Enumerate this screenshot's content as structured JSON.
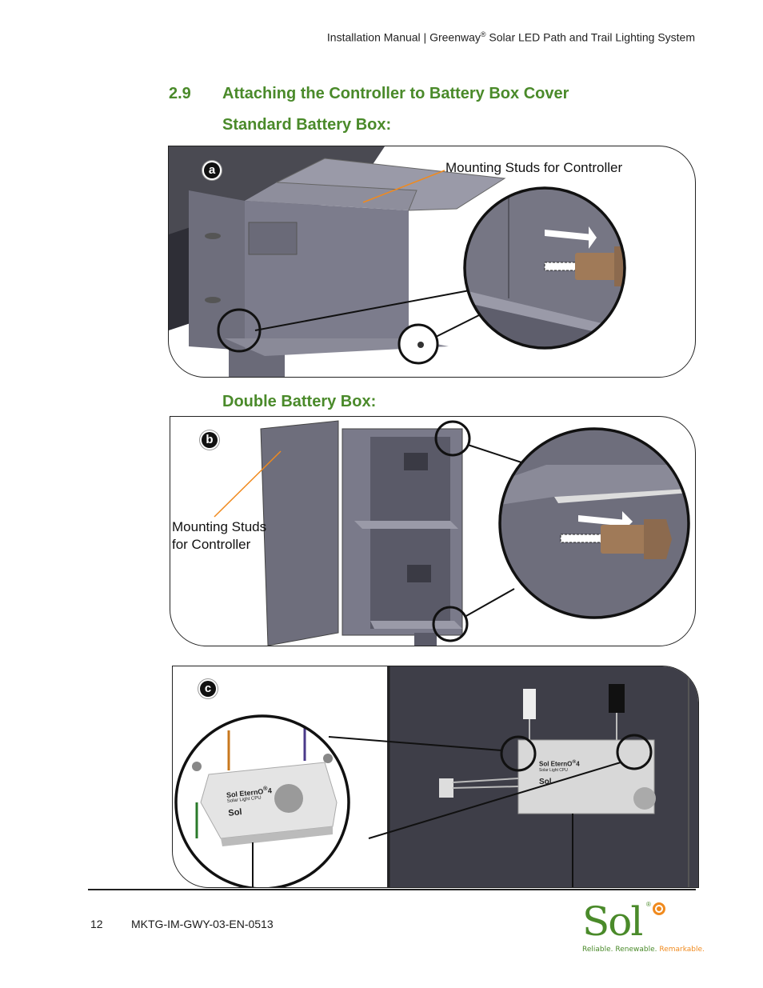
{
  "header": {
    "text_pre": "Installation Manual  |  Greenway",
    "reg": "®",
    "text_post": " Solar LED Path and Trail Lighting System"
  },
  "section": {
    "number": "2.9",
    "title": "Attaching the Controller to Battery Box Cover",
    "standard_heading": "Standard Battery Box:",
    "double_heading": "Double Battery Box:"
  },
  "figures": {
    "a": {
      "badge": "a",
      "callout": "Mounting Studs for Controller"
    },
    "b": {
      "badge": "b",
      "callout_line1": "Mounting Studs",
      "callout_line2": "for Controller"
    },
    "c": {
      "badge": "c",
      "product_brand": "Sol EternO",
      "product_sup": "®",
      "product_model": "4",
      "product_sub": "Solar Light CPU",
      "product_logo": "Sol"
    }
  },
  "footer": {
    "page_number": "12",
    "doc_code": "MKTG-IM-GWY-03-EN-0513",
    "logo_word": "Sol",
    "logo_reg": "®",
    "tagline_part1": "Reliable. Renewable. ",
    "tagline_part2": "Remarkable."
  },
  "colors": {
    "heading_green": "#4a8a2a",
    "callout_orange": "#f08a1e",
    "render_gray": "#6a6a78"
  }
}
